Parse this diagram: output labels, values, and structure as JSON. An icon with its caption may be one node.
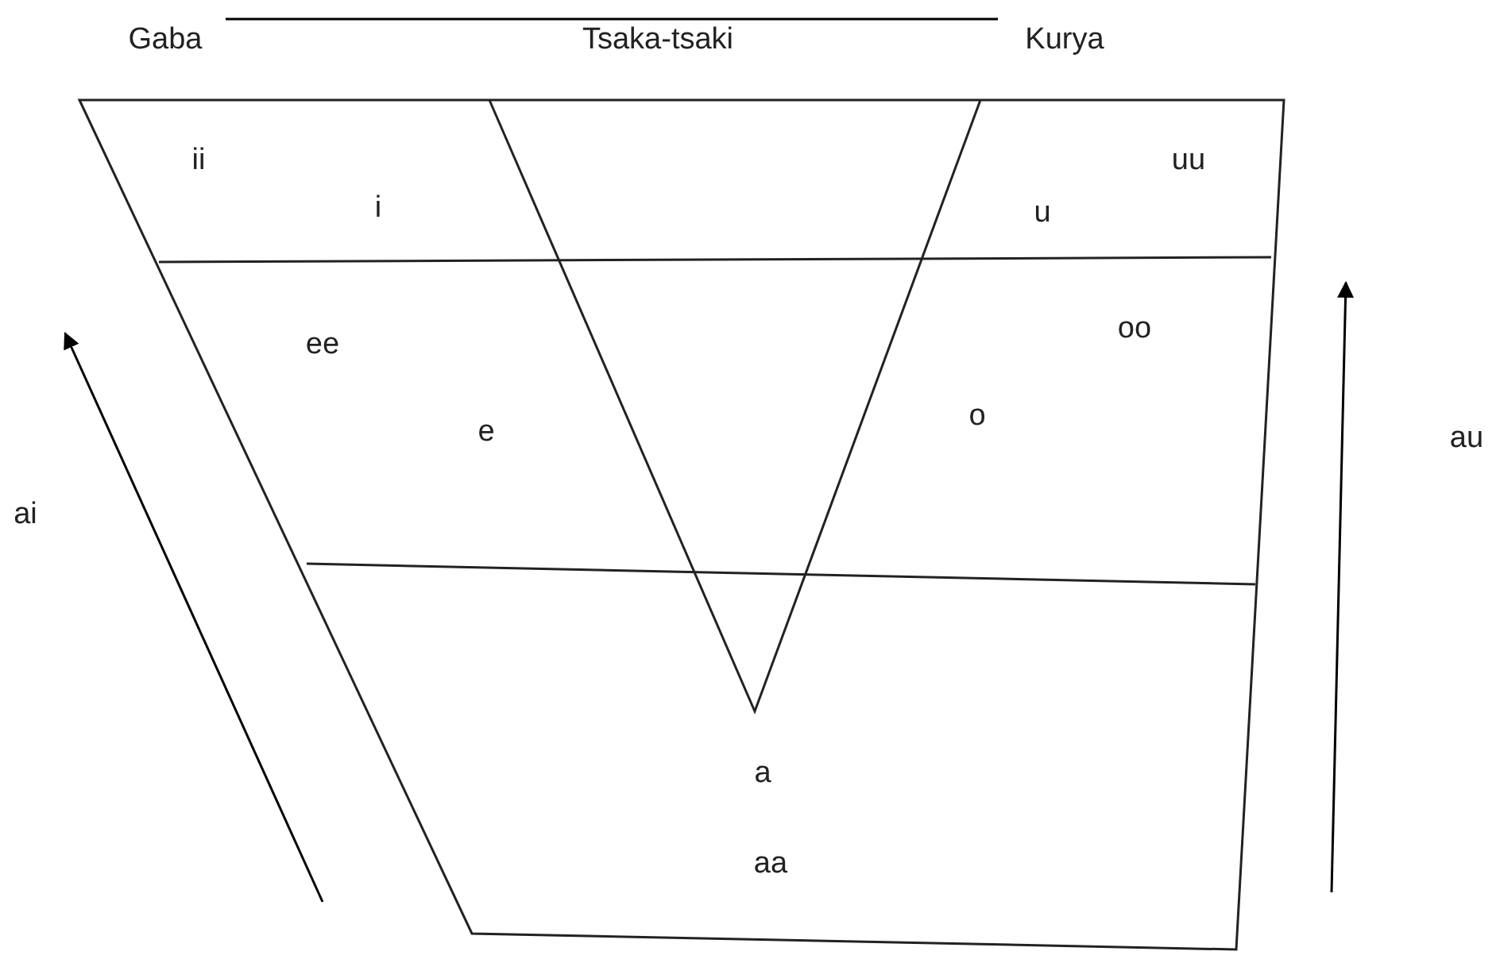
{
  "diagram": {
    "labels": [
      "Gaba",
      "Tsaka-tsaki",
      "Kurya",
      "ii",
      "uu",
      "i",
      "u",
      "oo",
      "ee",
      "o",
      "e",
      "au",
      "ai",
      "a",
      "aa"
    ]
  }
}
